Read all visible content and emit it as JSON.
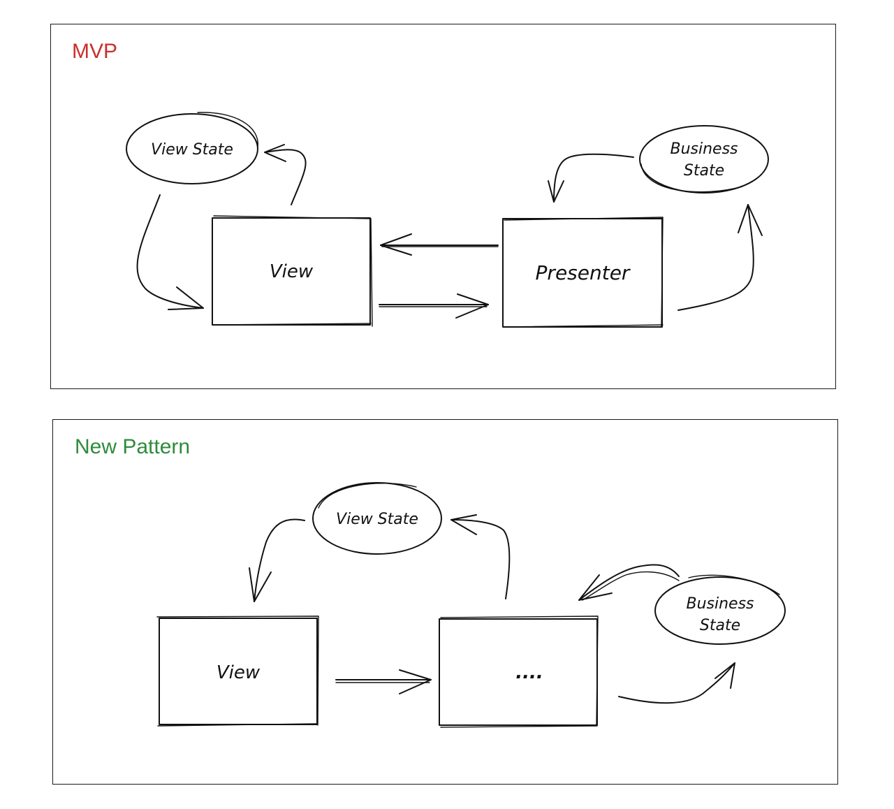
{
  "colors": {
    "mvp_title": "#c8302b",
    "new_pattern_title": "#2e8b3a",
    "stroke": "#111111"
  },
  "mvp": {
    "title": "MVP",
    "view_state": "View State",
    "business_state_line1": "Business",
    "business_state_line2": "State",
    "view": "View",
    "presenter": "Presenter"
  },
  "new_pattern": {
    "title": "New Pattern",
    "view_state": "View State",
    "business_state_line1": "Business",
    "business_state_line2": "State",
    "view": "View",
    "middle": "...."
  }
}
